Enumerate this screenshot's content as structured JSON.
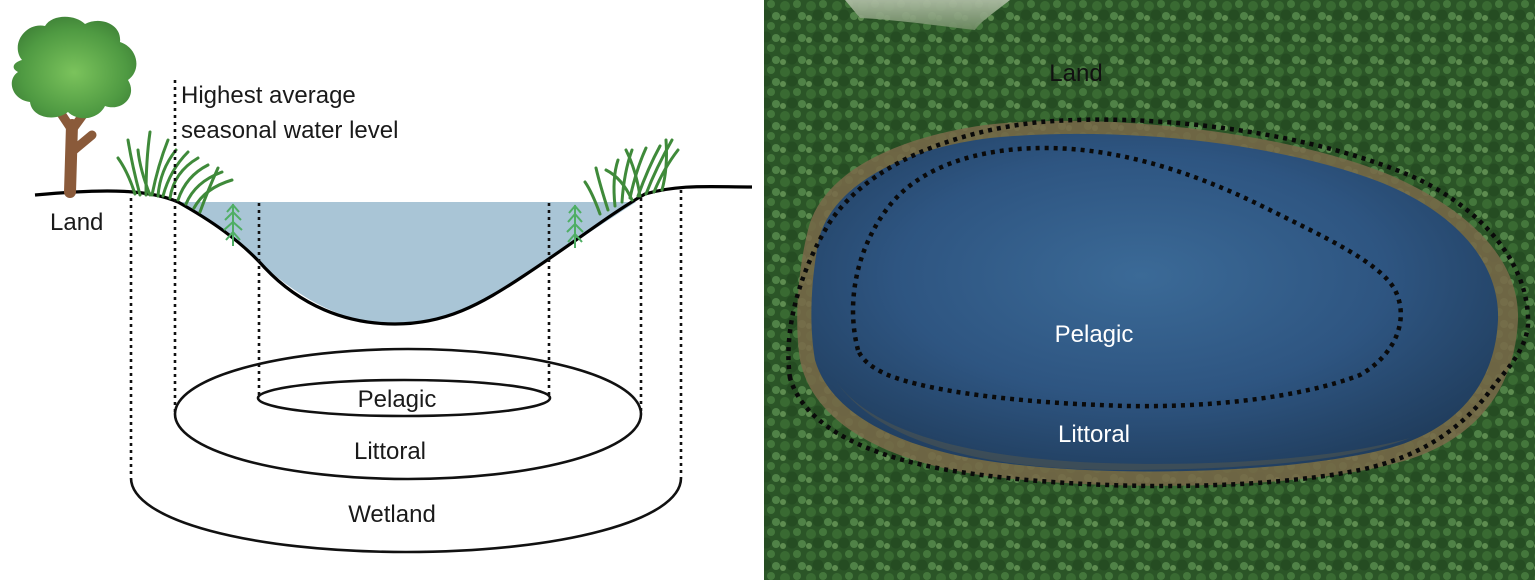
{
  "diagram": {
    "label_land": "Land",
    "label_water_level_line1": "Highest average",
    "label_water_level_line2": "seasonal water level",
    "label_pelagic": "Pelagic",
    "label_littoral": "Littoral",
    "label_wetland": "Wetland"
  },
  "photo": {
    "label_land": "Land",
    "label_pelagic": "Pelagic",
    "label_littoral": "Littoral"
  },
  "colors": {
    "water": "#a9c5d6",
    "tree_canopy": "#5aa04a",
    "tree_trunk": "#8a5a3a",
    "grass": "#3f8a3a",
    "forest": "#2f5a2c",
    "lake": "#2c4f78",
    "photo_label": "#ffffff",
    "photo_label_dark": "#111111"
  }
}
